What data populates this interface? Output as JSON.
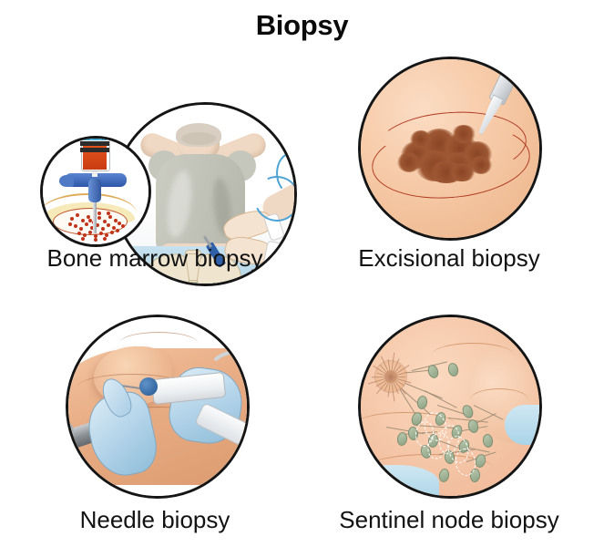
{
  "poster": {
    "title": "Biopsy",
    "background_color": "#ffffff",
    "title_color": "#0a0a0a"
  },
  "panels": [
    {
      "id": "bone-marrow",
      "caption": "Bone marrow biopsy",
      "position": "top-left",
      "illustration": {
        "type": "medical-illustration",
        "scene": "Patient lying prone on table with arms folded under head, clinician in gloves inserting a bone marrow needle into the posterior iliac crest through a blue surgical drape",
        "inset": {
          "present": true,
          "placement": "left-overlap",
          "scene": "Close-up cutaway of a blue T-handle trocar with attached aspiration syringe penetrating skin, subcutaneous fat and cortical bone into red marrow cells"
        },
        "colors": {
          "skin": "#f0d9c4",
          "shirt": "#c5c6bc",
          "drape": "#b8d8e8",
          "bone": "#efe5cf",
          "needle_handle": "#2f56a7",
          "syringe_fluid": "#d8440f",
          "marrow_cells": "#c0341a",
          "fat": "#f6e6ae",
          "glove": "#f5e3d1",
          "tubing": "#4da3d4",
          "outline": "#151515"
        }
      }
    },
    {
      "id": "excisional",
      "caption": "Excisional biopsy",
      "position": "top-right",
      "illustration": {
        "type": "medical-illustration",
        "scene": "Close-up of skin showing a dark irregular pigmented lesion with an elliptical incision outline drawn around it and a scalpel poised at the upper margin",
        "inset": {
          "present": false
        },
        "colors": {
          "skin": "#f6c9a6",
          "lesion": "#8a4526",
          "incision_line": "#b03a22",
          "scalpel": "#d9dde1",
          "outline": "#151515"
        }
      }
    },
    {
      "id": "needle",
      "caption": "Needle biopsy",
      "position": "bottom-left",
      "illustration": {
        "type": "medical-illustration",
        "scene": "Two blue-gloved hands over a breast and chest wall; the left hand holds a grey ultrasound transducer while the right hand guides a core biopsy needle device into the tissue",
        "inset": {
          "present": false
        },
        "colors": {
          "skin": "#e9ae86",
          "glove": "#abcfe6",
          "ultrasound_probe": "#8b9095",
          "biopsy_device": "#eceff1",
          "device_tip": "#24558f",
          "cable": "#cfd4d8",
          "outline": "#151515"
        }
      }
    },
    {
      "id": "sentinel-node",
      "caption": "Sentinel node biopsy",
      "position": "bottom-right",
      "illustration": {
        "type": "medical-illustration",
        "scene": "Chest and axilla showing a star-shaped tumour with radiating lymphatic vessels draining toward a chain of green lymph nodes; the first draining sentinel nodes are circled with white dashed outlines",
        "inset": {
          "present": false
        },
        "colors": {
          "skin": "#f5c7a9",
          "lymph_node": "#8fa384",
          "lymph_vessel": "#96876e",
          "sentinel_marker": "#ffffff",
          "drape": "#a9d4e8",
          "outline": "#151515"
        }
      }
    }
  ]
}
